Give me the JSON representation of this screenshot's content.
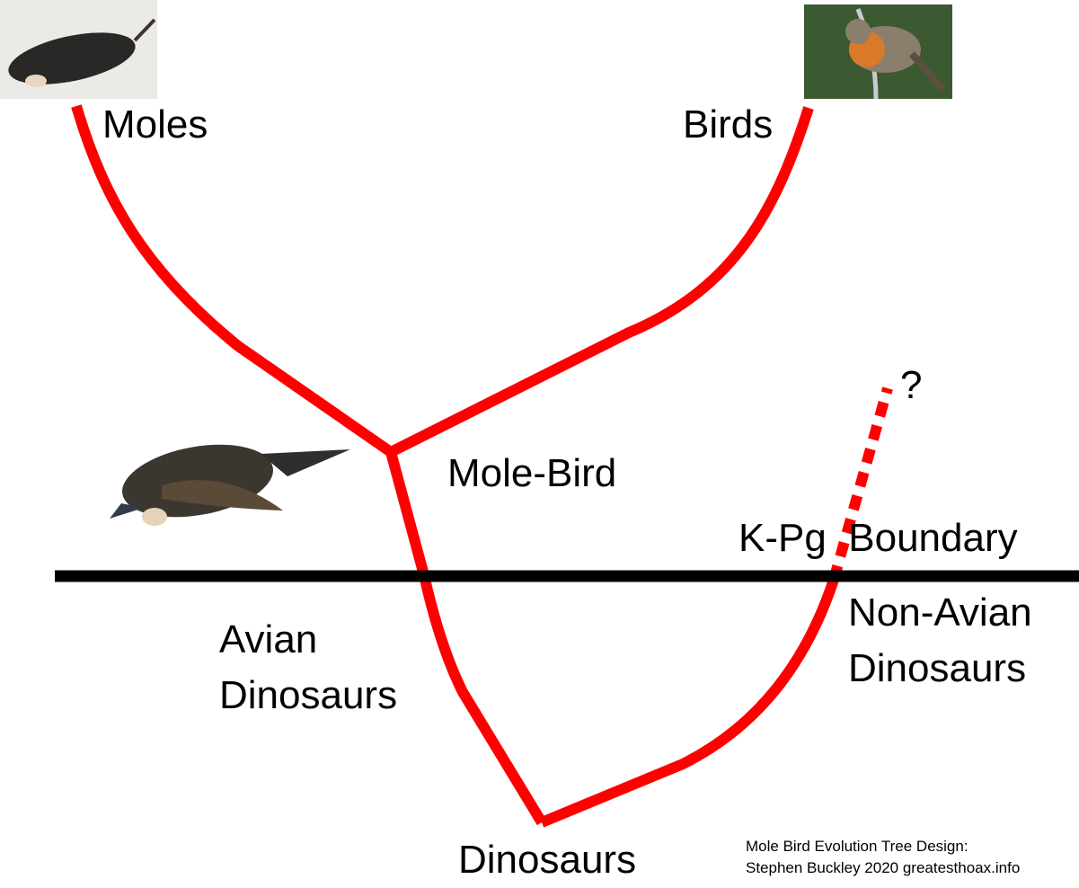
{
  "labels": {
    "moles": "Moles",
    "birds": "Birds",
    "mole_bird": "Mole-Bird",
    "kpg": "K-Pg  Boundary",
    "avian_1": "Avian",
    "avian_2": "Dinosaurs",
    "non_avian_1": "Non-Avian",
    "non_avian_2": "Dinosaurs",
    "dinosaurs": "Dinosaurs",
    "question": "?"
  },
  "credit": {
    "line1": "Mole Bird Evolution Tree Design:",
    "line2": "Stephen Buckley 2020 greatesthoax.info"
  },
  "colors": {
    "branch": "#ff0000",
    "boundary": "#000000"
  },
  "images": [
    "mole-photo",
    "robin-photo",
    "mole-bird-composite"
  ]
}
